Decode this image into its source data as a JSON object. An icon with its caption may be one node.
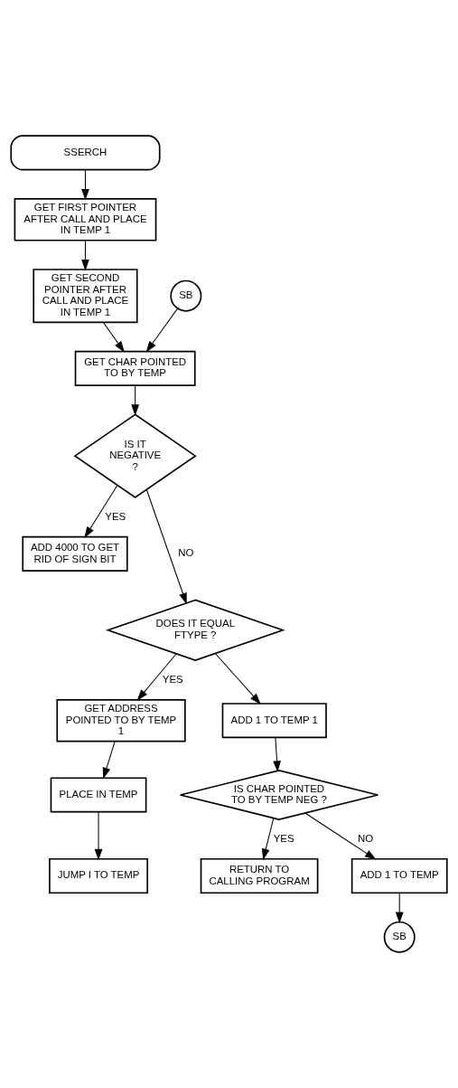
{
  "diagram": {
    "nodes": [
      {
        "text": [
          "SSERCH"
        ]
      },
      {
        "text": [
          "GET FIRST POINTER AFTER CALL AND PLACE IN TEMP 1"
        ]
      },
      {
        "text": [
          "GET SECOND POINTER AFTER CALL AND PLACE IN TEMP 1"
        ]
      },
      {
        "text": [
          "SB"
        ]
      },
      {
        "text": [
          "GET CHAR POINTED TO BY TEMP"
        ]
      },
      {
        "text": [
          "IS IT NEGATIVE ?"
        ]
      },
      {
        "text": [
          "ADD 4000 TO GET RID OF SIGN BIT"
        ]
      },
      {
        "text": [
          "DOES IT EQUAL FTYPE ?"
        ]
      },
      {
        "text": [
          "GET ADDRESS POINTED TO BY TEMP 1"
        ]
      },
      {
        "text": [
          "PLACE IN TEMP"
        ]
      },
      {
        "text": [
          "JUMP I TO TEMP"
        ]
      },
      {
        "text": [
          "ADD 1 TO TEMP 1"
        ]
      },
      {
        "text": [
          "IS CHAR POINTED TO BY TEMP NEG ?"
        ]
      },
      {
        "text": [
          "RETURN TO CALLING PROGRAM"
        ]
      },
      {
        "text": [
          "ADD 1 TO TEMP"
        ]
      },
      {
        "text": [
          "SB"
        ]
      }
    ],
    "edges": [
      {
        "from": 0,
        "to": 1,
        "arrow": "to"
      },
      {
        "from": 1,
        "to": 2,
        "arrow": "to"
      },
      {
        "from": 2,
        "to": 4,
        "arrow": "to"
      },
      {
        "from": 3,
        "to": 4,
        "arrow": "to"
      },
      {
        "from": 4,
        "to": 5,
        "arrow": "to"
      },
      {
        "from": 5,
        "to": 6,
        "label": "YES",
        "arrow": "to"
      },
      {
        "from": 5,
        "to": 7,
        "label": "NO",
        "arrow": "to"
      },
      {
        "from": 7,
        "to": 8,
        "label": "YES",
        "arrow": "to"
      },
      {
        "from": 8,
        "to": 9,
        "arrow": "to"
      },
      {
        "from": 9,
        "to": 10,
        "arrow": "to"
      },
      {
        "from": 7,
        "to": 11,
        "arrow": "to"
      },
      {
        "from": 11,
        "to": 12,
        "arrow": "to"
      },
      {
        "from": 12,
        "to": 13,
        "label": "YES",
        "arrow": "to"
      },
      {
        "from": 12,
        "to": 14,
        "label": "NO",
        "arrow": "to"
      },
      {
        "from": 14,
        "to": 15,
        "arrow": "to"
      }
    ]
  }
}
